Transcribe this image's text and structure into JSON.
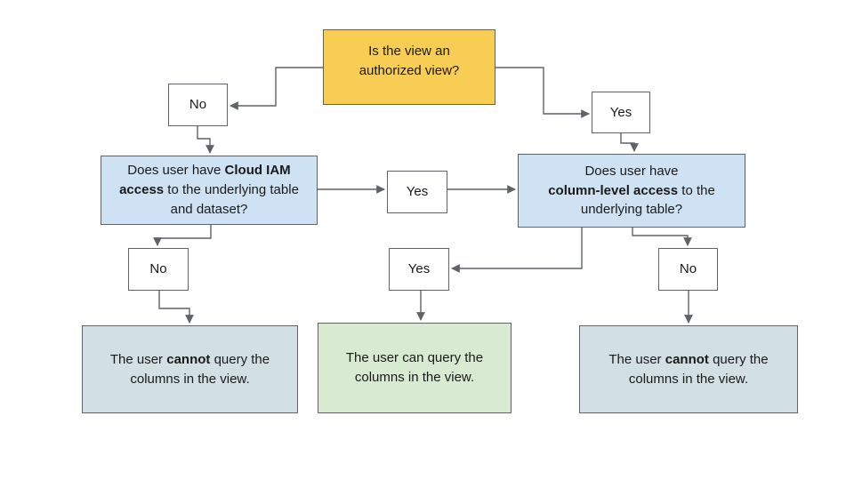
{
  "diagram": {
    "type": "flowchart",
    "nodes": {
      "root": {
        "label": "Is the view an authorized view?"
      },
      "no1": {
        "label": "No"
      },
      "yes1": {
        "label": "Yes"
      },
      "q_iam": {
        "pre": "Does user have ",
        "bold": "Cloud IAM access",
        "post": " to the underlying table and dataset?"
      },
      "yes_mid": {
        "label": "Yes"
      },
      "q_col": {
        "pre": "Does user have",
        "bold": "column-level access",
        "post": " to the underlying table?"
      },
      "no2": {
        "label": "No"
      },
      "yes2": {
        "label": "Yes"
      },
      "no3": {
        "label": "No"
      },
      "result_left": {
        "pre": "The user ",
        "bold": "cannot",
        "post": " query the columns in the view."
      },
      "result_mid": {
        "label": "The user can query the columns in the view."
      },
      "result_right": {
        "pre": "The user ",
        "bold": "cannot",
        "post": " query the columns in the view."
      }
    },
    "colors": {
      "decision_fill": "#F8CD54",
      "question_fill": "#CFE2F3",
      "result_negative_fill": "#D3E0E3",
      "result_positive_fill": "#D9EAD3",
      "border": "#5F6368",
      "connector": "#5F6368",
      "text": "#1A1A1A",
      "background": "#FFFFFF"
    }
  }
}
